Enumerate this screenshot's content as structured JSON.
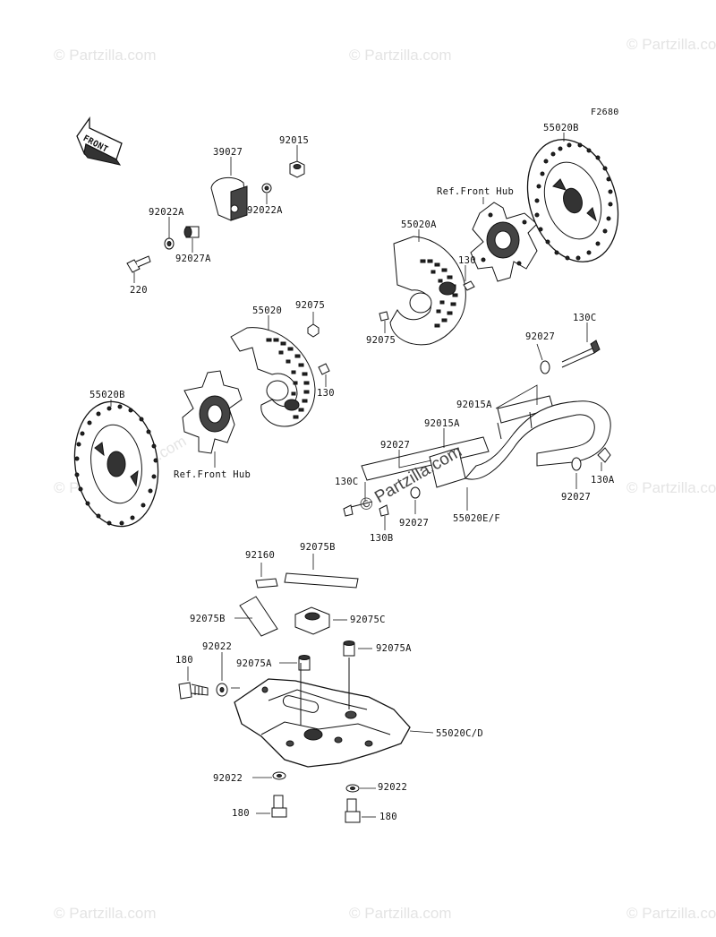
{
  "diagram_code": "F2680",
  "front_arrow": {
    "text": "FRONT"
  },
  "watermark": {
    "text": "© Partzilla.com"
  },
  "parts": {
    "p39027": "39027",
    "p92015": "92015",
    "p92022A_a": "92022A",
    "p92022A_b": "92022A",
    "p92027A": "92027A",
    "p220": "220",
    "p55020B_top": "55020B",
    "ref_hub_top": "Ref.Front Hub",
    "p55020A": "55020A",
    "p130_top": "130",
    "p92075_top": "92075",
    "p55020": "55020",
    "p92075_mid": "92075",
    "p130_mid": "130",
    "p55020B_left": "55020B",
    "ref_hub_left": "Ref.Front Hub",
    "p130C_top": "130C",
    "p92027_right": "92027",
    "p92015A_a": "92015A",
    "p92015A_b": "92015A",
    "p92027_mid": "92027",
    "p130C_left": "130C",
    "p130A": "130A",
    "p92027_right2": "92027",
    "p92027_bot": "92027",
    "p130B": "130B",
    "p55020EF": "55020E/F",
    "p92160": "92160",
    "p92075B_a": "92075B",
    "p92075B_b": "92075B",
    "p92075C": "92075C",
    "p92022_a": "92022",
    "p180_a": "180",
    "p92075A_a": "92075A",
    "p92075A_b": "92075A",
    "p55020CD": "55020C/D",
    "p92022_b": "92022",
    "p92022_c": "92022",
    "p180_b": "180",
    "p180_c": "180"
  }
}
